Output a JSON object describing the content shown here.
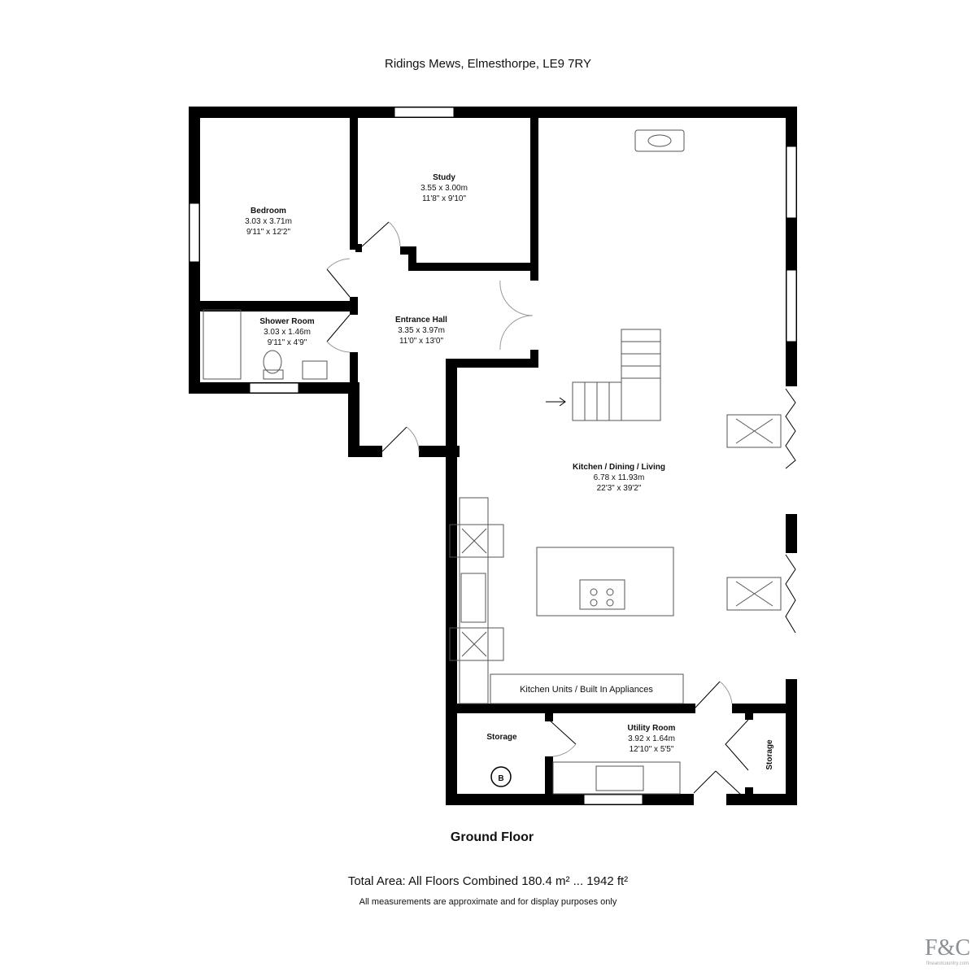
{
  "title": "Ridings Mews, Elmesthorpe, LE9 7RY",
  "floor_name": "Ground Floor",
  "total_area": "Total Area: All Floors Combined 180.4 m² ... 1942 ft²",
  "disclaimer": "All measurements are approximate and for display purposes only",
  "rooms": {
    "bedroom": {
      "name": "Bedroom",
      "metric": "3.03 x 3.71m",
      "imperial": "9'11\" x 12'2\""
    },
    "study": {
      "name": "Study",
      "metric": "3.55 x 3.00m",
      "imperial": "11'8\" x 9'10\""
    },
    "shower": {
      "name": "Shower Room",
      "metric": "3.03 x 1.46m",
      "imperial": "9'11\" x 4'9\""
    },
    "hall": {
      "name": "Entrance Hall",
      "metric": "3.35 x 3.97m",
      "imperial": "11'0\" x 13'0\""
    },
    "kitchen": {
      "name": "Kitchen / Dining / Living",
      "metric": "6.78 x 11.93m",
      "imperial": "22'3\" x 39'2\""
    },
    "utility": {
      "name": "Utility Room",
      "metric": "3.92 x 1.64m",
      "imperial": "12'10\" x 5'5\""
    },
    "storage1": {
      "name": "Storage"
    },
    "storage2": {
      "name": "Storage"
    }
  },
  "kitchen_units": "Kitchen Units / Built In Appliances",
  "boiler": "B",
  "logo": {
    "mark": "F&C",
    "site": "fineandcountry.com"
  }
}
